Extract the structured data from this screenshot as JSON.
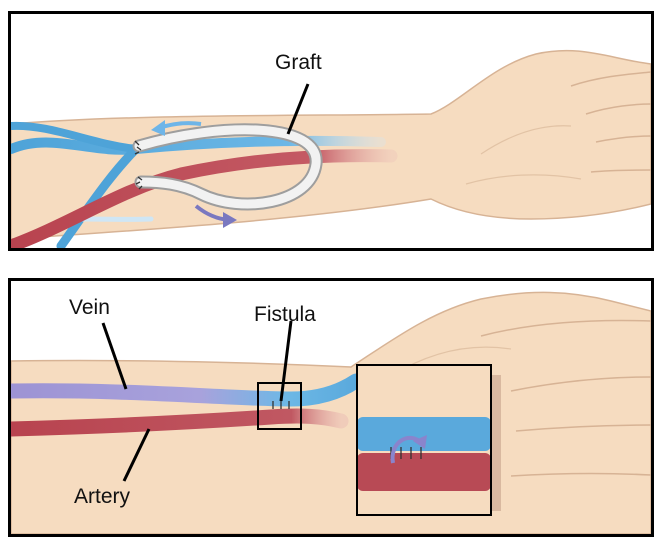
{
  "top_panel": {
    "graft_label": "Graft"
  },
  "bottom_panel": {
    "vein_label": "Vein",
    "fistula_label": "Fistula",
    "artery_label": "Artery"
  },
  "colors": {
    "skin": "#f6dcc0",
    "skin_outline": "#d7b395",
    "vein": "#5aa9dc",
    "artery": "#b84a55",
    "graft": "#eeeeee",
    "flow_arrow_blue": "#6eb5e8",
    "flow_arrow_purple": "#7a78c0"
  }
}
